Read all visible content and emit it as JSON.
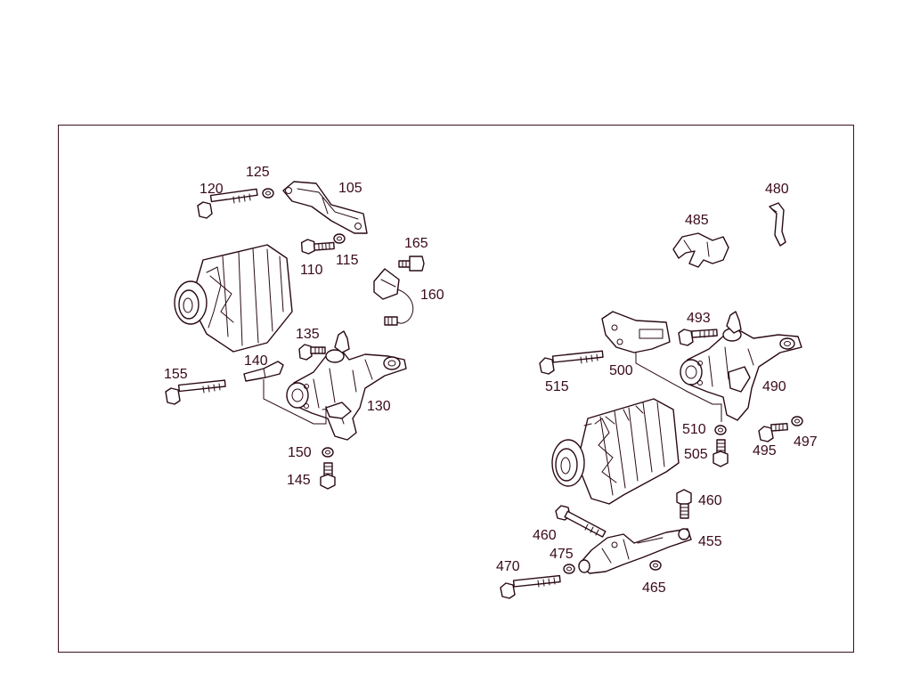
{
  "diagram": {
    "callout_color": "#3a0a1c",
    "line_color": "#2a0a14",
    "left_assembly": {
      "alternator": {
        "icon": "alternator-icon"
      },
      "bracket_105": {
        "label": "105",
        "icon": "bracket-icon"
      },
      "bolt_110": {
        "label": "110",
        "icon": "bolt-icon"
      },
      "washer_115": {
        "label": "115",
        "icon": "washer-icon"
      },
      "bolt_120": {
        "label": "120",
        "icon": "long-bolt-icon"
      },
      "washer_125": {
        "label": "125",
        "icon": "washer-icon"
      },
      "housing_130": {
        "label": "130",
        "icon": "pump-housing-icon"
      },
      "bolt_135": {
        "label": "135",
        "icon": "bolt-icon"
      },
      "clip_140": {
        "label": "140",
        "icon": "clip-icon"
      },
      "bolt_145": {
        "label": "145",
        "icon": "bolt-icon"
      },
      "washer_150": {
        "label": "150",
        "icon": "washer-icon"
      },
      "bolt_155": {
        "label": "155",
        "icon": "long-bolt-icon"
      },
      "sensor_160": {
        "label": "160",
        "icon": "sensor-icon"
      },
      "screw_165": {
        "label": "165",
        "icon": "screw-icon"
      }
    },
    "right_assembly": {
      "alternator": {
        "icon": "alternator-icon"
      },
      "bracket_455": {
        "label": "455",
        "icon": "bracket-icon"
      },
      "bolt_460_top": {
        "label": "460",
        "icon": "bolt-icon"
      },
      "bolt_460_left": {
        "label": "460",
        "icon": "long-bolt-icon"
      },
      "washer_465": {
        "label": "465",
        "icon": "washer-icon"
      },
      "bolt_470": {
        "label": "470",
        "icon": "long-bolt-icon"
      },
      "washer_475": {
        "label": "475",
        "icon": "washer-icon"
      },
      "clip_480": {
        "label": "480",
        "icon": "clip-icon"
      },
      "holder_485": {
        "label": "485",
        "icon": "holder-icon"
      },
      "housing_490": {
        "label": "490",
        "icon": "pump-housing-icon"
      },
      "bolt_493": {
        "label": "493",
        "icon": "bolt-icon"
      },
      "bolt_495": {
        "label": "495",
        "icon": "bolt-icon"
      },
      "washer_497": {
        "label": "497",
        "icon": "washer-icon"
      },
      "bracket_500": {
        "label": "500",
        "icon": "bracket-icon"
      },
      "bolt_505": {
        "label": "505",
        "icon": "bolt-icon"
      },
      "washer_510": {
        "label": "510",
        "icon": "washer-icon"
      },
      "bolt_515": {
        "label": "515",
        "icon": "long-bolt-icon"
      }
    }
  }
}
